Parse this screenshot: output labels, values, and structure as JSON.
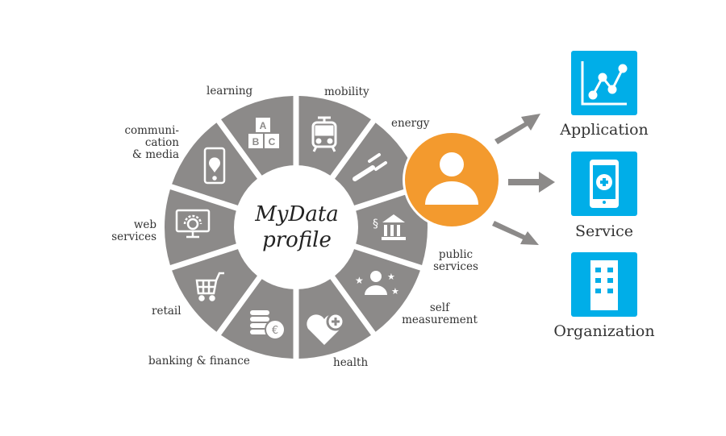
{
  "title": {
    "line1": "MyData",
    "line2": "profile"
  },
  "segments": [
    {
      "id": "mobility",
      "label": "mobility",
      "icon": "tram-icon"
    },
    {
      "id": "energy",
      "label": "energy",
      "icon": "plug-icon"
    },
    {
      "id": "public-services",
      "label": "public services",
      "icon": "government-building-icon"
    },
    {
      "id": "self-measurement",
      "label": "self measurement",
      "icon": "person-stars-icon"
    },
    {
      "id": "health",
      "label": "health",
      "icon": "heart-plus-icon"
    },
    {
      "id": "banking-finance",
      "label": "banking & finance",
      "icon": "coins-euro-icon"
    },
    {
      "id": "retail",
      "label": "retail",
      "icon": "shopping-cart-icon"
    },
    {
      "id": "web-services",
      "label": "web services",
      "icon": "monitor-gear-icon"
    },
    {
      "id": "communication-media",
      "label": "communi- cation & media",
      "icon": "tablet-location-icon"
    },
    {
      "id": "learning",
      "label": "learning",
      "icon": "abc-blocks-icon"
    }
  ],
  "labels": {
    "mobility": "mobility",
    "energy": "energy",
    "public1": "public",
    "public2": "services",
    "self1": "self",
    "self2": "measurement",
    "health": "health",
    "banking": "banking & finance",
    "retail": "retail",
    "web1": "web",
    "web2": "services",
    "comm1": "communi-",
    "comm2": "cation",
    "comm3": "& media",
    "learning": "learning",
    "section_symbol": "§",
    "abc_a": "A",
    "abc_b": "B",
    "abc_c": "C",
    "euro": "€"
  },
  "targets": [
    {
      "label": "Application",
      "icon": "line-chart-icon"
    },
    {
      "label": "Service",
      "icon": "tablet-medical-icon"
    },
    {
      "label": "Organization",
      "icon": "building-icon"
    }
  ],
  "colors": {
    "segment": "#8c8a89",
    "orange": "#f39a2e",
    "blue": "#00aee8",
    "arrow": "#8c8a89"
  }
}
